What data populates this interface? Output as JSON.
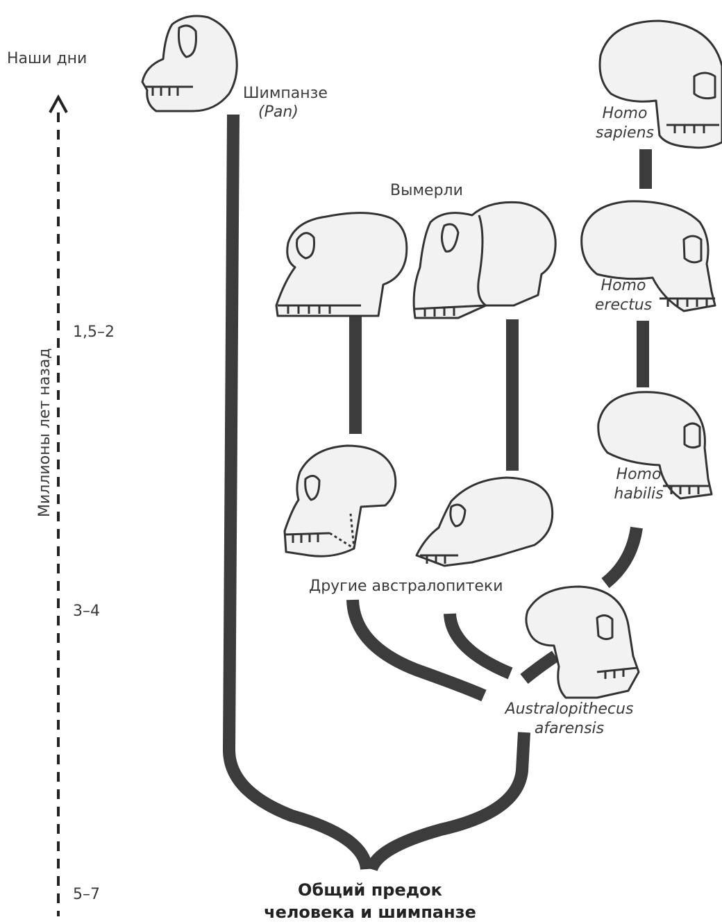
{
  "axis": {
    "top_label": "Наши дни",
    "title": "Миллионы лет назад",
    "ticks": [
      "1,5–2",
      "3–4",
      "5–7"
    ]
  },
  "nodes": {
    "chimp": {
      "name": "Шимпанзе",
      "latin": "(Pan)"
    },
    "extinct": "Вымерли",
    "sapiens": {
      "line1": "Homo",
      "line2": "sapiens"
    },
    "erectus": {
      "line1": "Homo",
      "line2": "erectus"
    },
    "habilis": {
      "line1": "Homo",
      "line2": "habilis"
    },
    "other_australopithecines": "Другие австралопитеки",
    "afarensis": {
      "line1": "Australopithecus",
      "line2": "afarensis"
    },
    "common_ancestor": {
      "line1": "Общий предок",
      "line2": "человека и шимпанзе"
    }
  },
  "skulls": [
    "chimpanzee-skull",
    "homo-sapiens-skull",
    "extinct-skull-1",
    "extinct-skull-2",
    "homo-erectus-skull",
    "homo-habilis-skull",
    "australopithecus-skull-1",
    "australopithecus-skull-2",
    "australopithecus-afarensis-skull"
  ],
  "colors": {
    "branch": "#3c3c3c",
    "skull_fill": "#f2f2f2",
    "skull_stroke": "#333333"
  }
}
